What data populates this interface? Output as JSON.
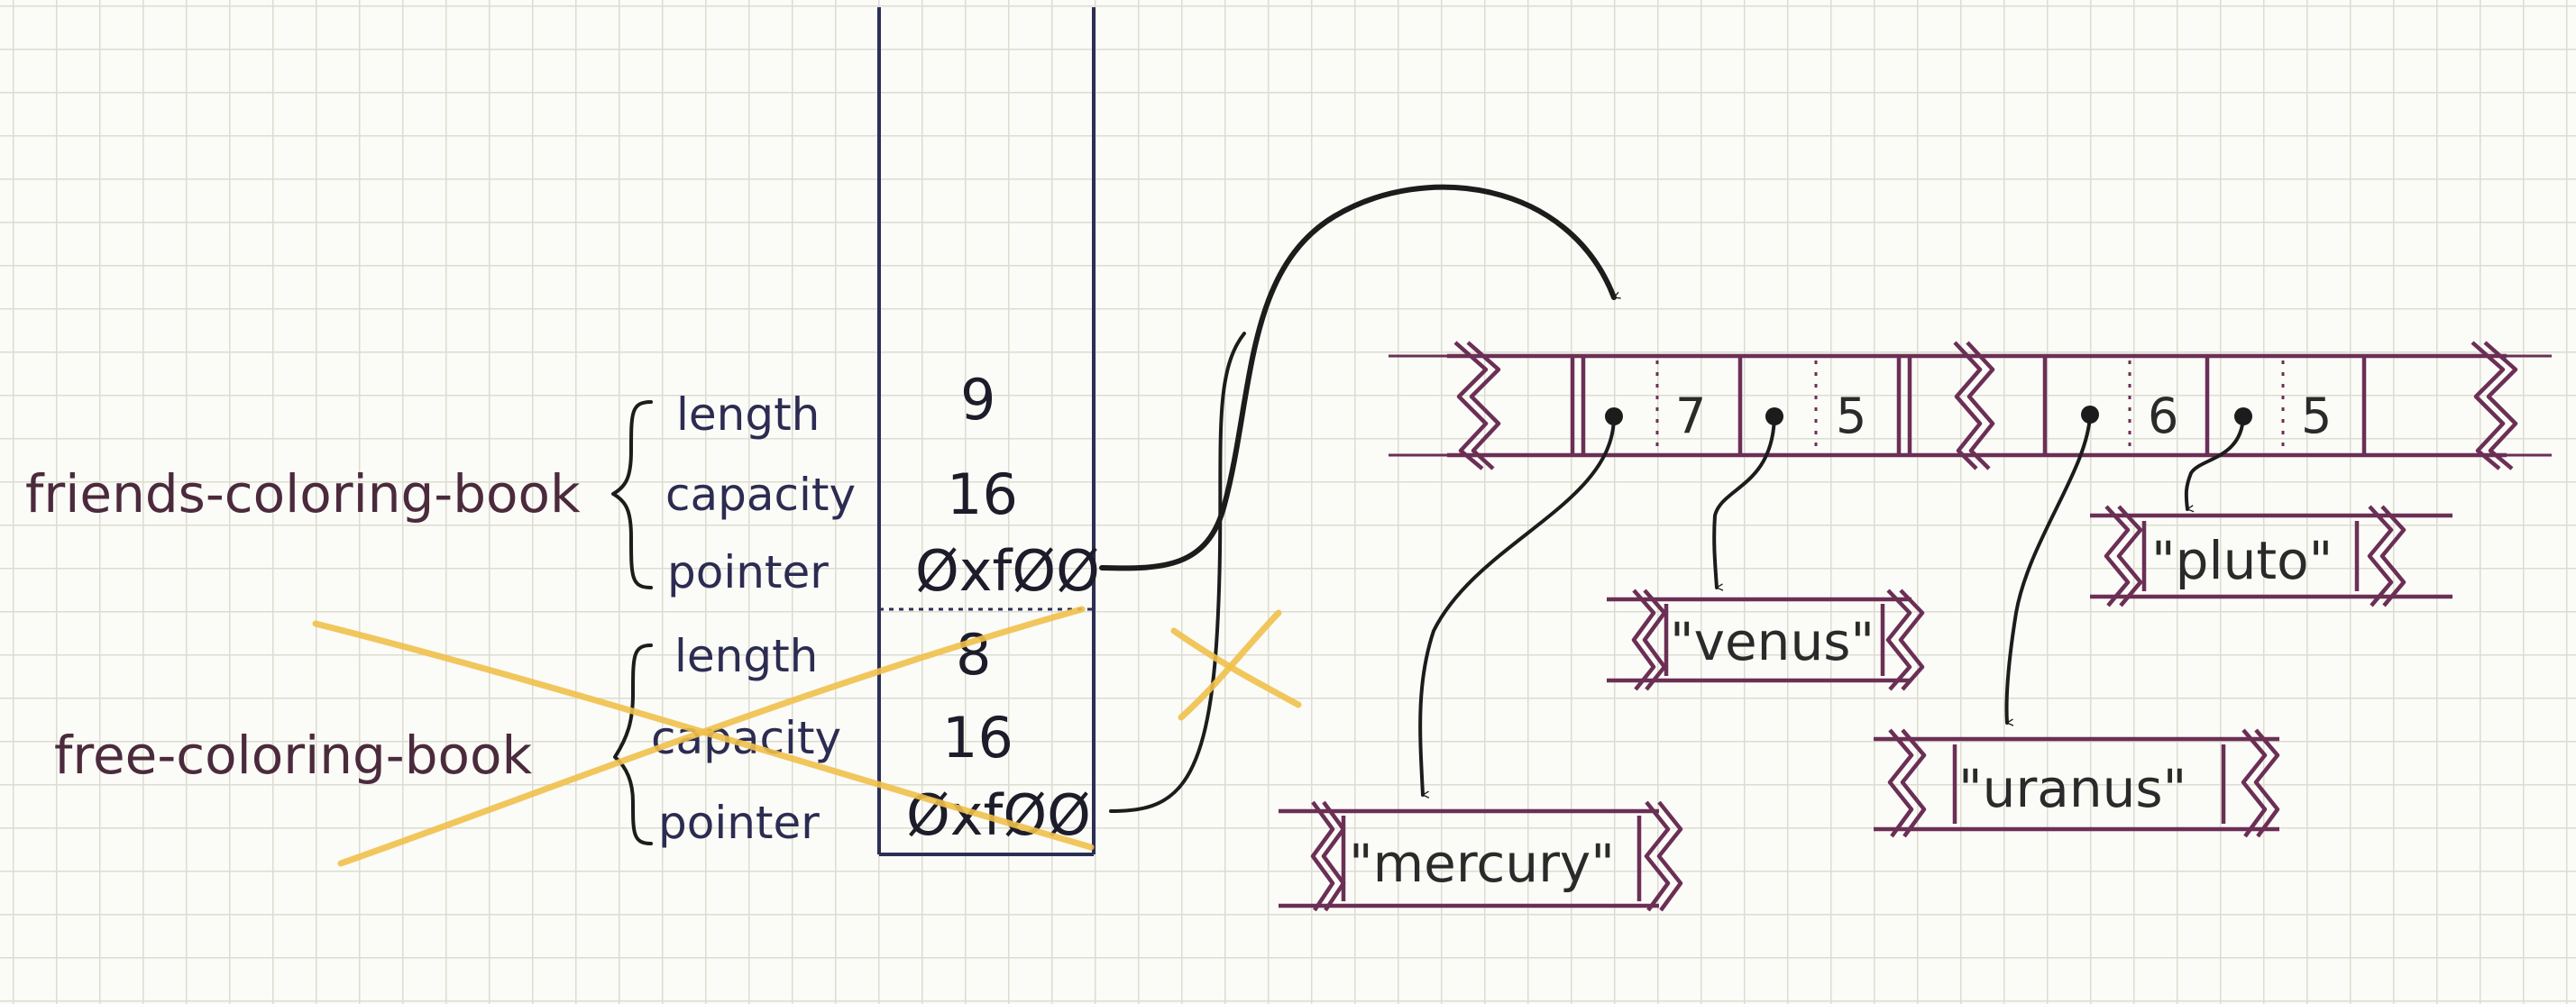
{
  "stack": {
    "friends": {
      "name": "friends-coloring-book",
      "length_label": "length",
      "length_value": "9",
      "capacity_label": "capacity",
      "capacity_value": "16",
      "pointer_label": "pointer",
      "pointer_value": "ØxfØØ"
    },
    "free": {
      "name": "free-coloring-book",
      "length_label": "length",
      "length_value": "8",
      "capacity_label": "capacity",
      "capacity_value": "16",
      "pointer_label": "pointer",
      "pointer_value": "ØxfØØ",
      "crossed_out": true
    }
  },
  "heap_array": {
    "elements": [
      {
        "length": "7",
        "target": "mercury"
      },
      {
        "length": "5",
        "target": "venus"
      },
      {
        "length": "6",
        "target": "uranus"
      },
      {
        "length": "5",
        "target": "pluto"
      }
    ]
  },
  "heap_strings": {
    "mercury": "\"mercury\"",
    "venus": "\"venus\"",
    "uranus": "\"uranus\"",
    "pluto": "\"pluto\""
  },
  "colors": {
    "ink": "#1c1c1c",
    "stack_outline": "#2c2f55",
    "heap_outline": "#6b2f55",
    "cross_out": "#f0c04a",
    "grid": "#dcdcd2"
  }
}
